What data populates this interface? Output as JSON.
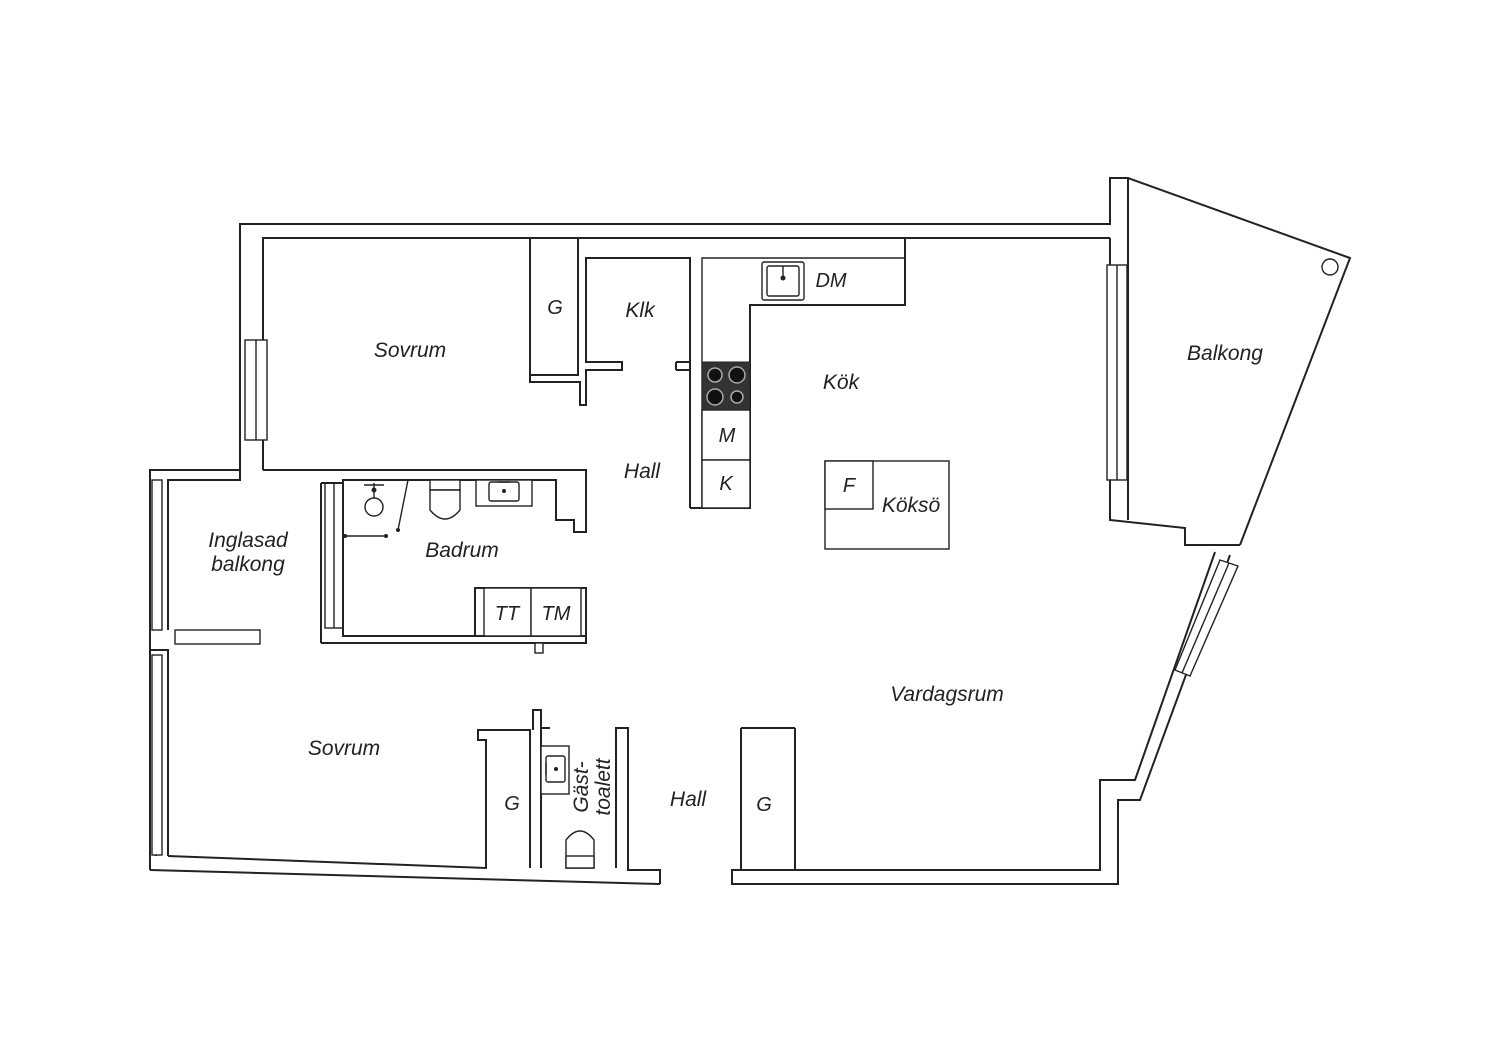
{
  "rooms": {
    "sovrum_top": "Sovrum",
    "sovrum_bottom": "Sovrum",
    "klk": "Klk",
    "kok": "Kök",
    "hall_top": "Hall",
    "hall_bottom": "Hall",
    "badrum": "Badrum",
    "inglasad_1": "Inglasad",
    "inglasad_2": "balkong",
    "balkong": "Balkong",
    "vardagsrum": "Vardagsrum",
    "koksö": "Köksö",
    "gast_1": "Gäst-",
    "gast_2": "toalett"
  },
  "fixtures": {
    "g_top": "G",
    "g_bottom_left": "G",
    "g_bottom_right": "G",
    "dm": "DM",
    "m": "M",
    "k": "K",
    "f": "F",
    "tt": "TT",
    "tm": "TM"
  },
  "icons": [
    "stove-icon",
    "sink-icon",
    "toilet-icon",
    "shower-icon",
    "washbasin-icon"
  ]
}
